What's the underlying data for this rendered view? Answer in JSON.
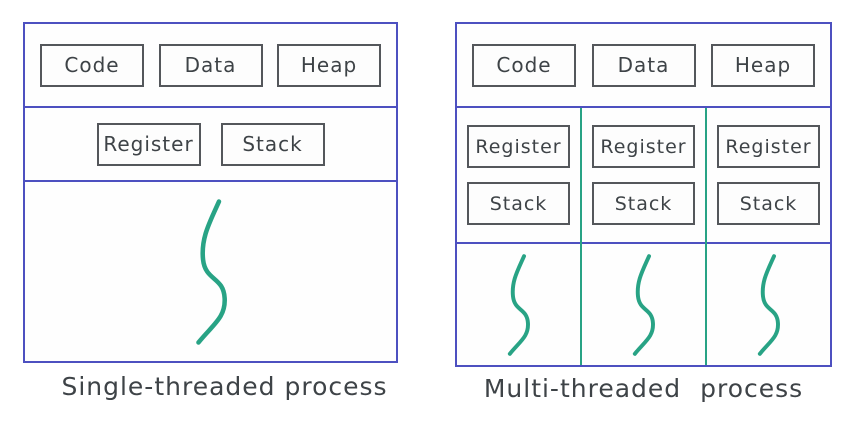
{
  "colors": {
    "process_outline": "#4d50c0",
    "thread_accent": "#28a385",
    "segment_border": "#54575b",
    "text": "#3e4347",
    "background": "#ffffff"
  },
  "single": {
    "memory_boxes": [
      "Code",
      "Data",
      "Heap"
    ],
    "context_boxes": [
      "Register",
      "Stack"
    ],
    "thread_count": "1",
    "caption": "Single-threaded process"
  },
  "multi": {
    "memory_boxes": [
      "Code",
      "Data",
      "Heap"
    ],
    "columns": [
      {
        "boxes": [
          "Register",
          "Stack"
        ]
      },
      {
        "boxes": [
          "Register",
          "Stack"
        ]
      },
      {
        "boxes": [
          "Register",
          "Stack"
        ]
      }
    ],
    "thread_count": "3",
    "caption": "Multi-threaded process"
  }
}
